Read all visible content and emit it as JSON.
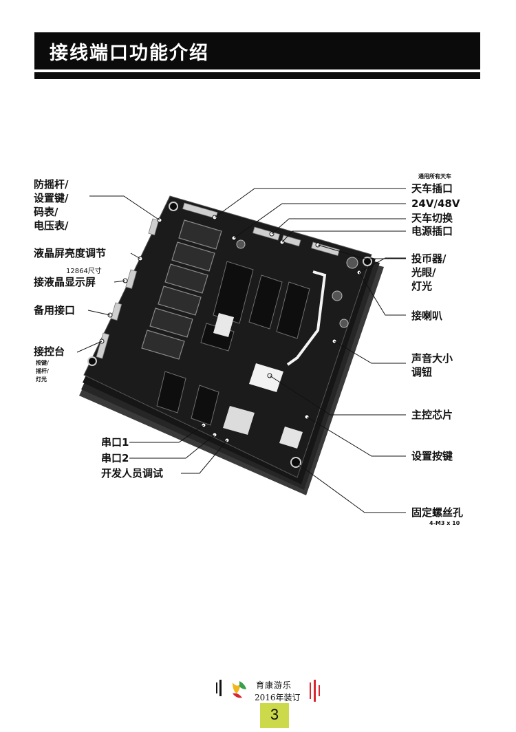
{
  "header": {
    "title": "接线端口功能介绍"
  },
  "labels_left": {
    "anti_joystick": [
      "防摇杆/",
      "设置键/",
      "码表/",
      "电压表/"
    ],
    "lcd_brightness": "液晶屏亮度调节",
    "lcd_size_note": "12864尺寸",
    "lcd_display": "接液晶显示屏",
    "spare_port": "备用接口",
    "console": "接控台",
    "console_sub": [
      "按键/",
      "摇杆/",
      "灯光"
    ],
    "serial1": "串口1",
    "serial2": "串口2",
    "dev_debug": "开发人员调试"
  },
  "labels_right": {
    "crane_note": "通用所有天车",
    "crane_socket": "天车插口",
    "voltage": "24V/48V",
    "crane_switch": "天车切换",
    "power_socket": "电源插口",
    "coin": [
      "投币器/",
      "光眼/",
      "灯光"
    ],
    "speaker": "接喇叭",
    "volume": [
      "声音大小",
      "调钮"
    ],
    "main_chip": "主控芯片",
    "settings_key": "设置按键",
    "screw_holes": "固定螺丝孔",
    "screw_note": "4-M3 x 10"
  },
  "footer": {
    "brand_top": "育康游乐",
    "brand_bottom": "2016年装订",
    "page_number": "3",
    "accent_color": "#ccd94a",
    "logo_colors": [
      "#d7262e",
      "#f2b51b",
      "#3aa14a"
    ]
  }
}
